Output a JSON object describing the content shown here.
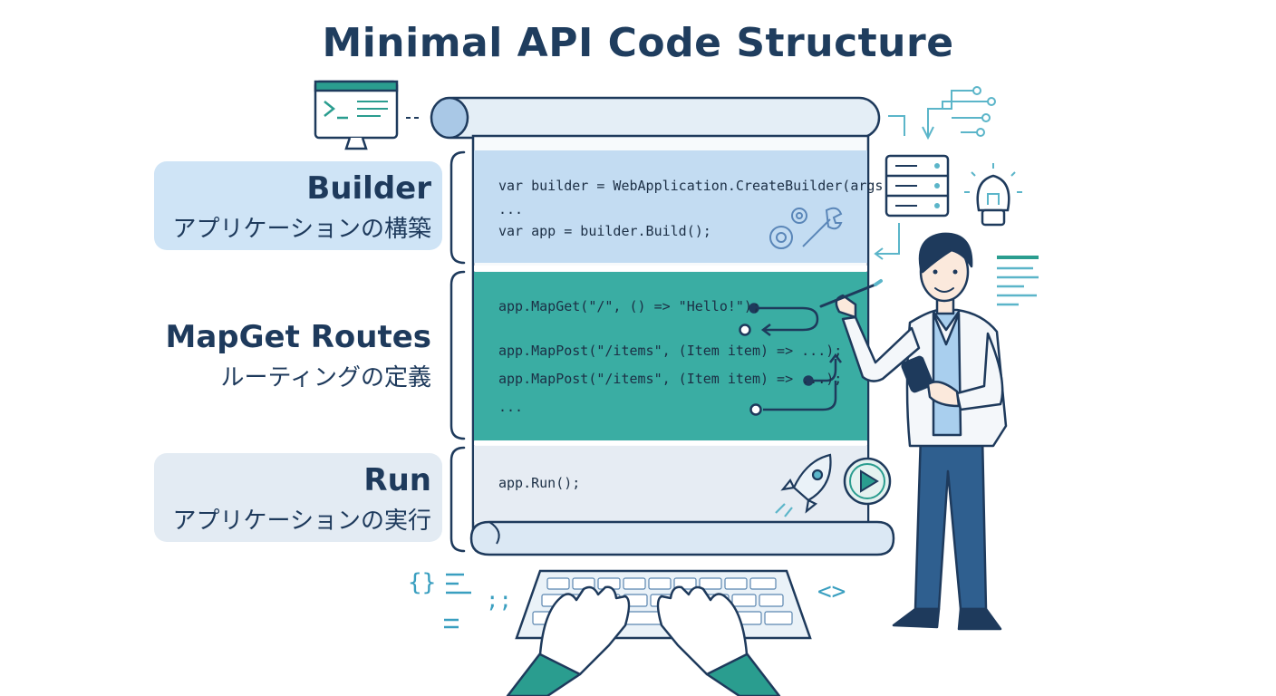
{
  "title": "Minimal API Code Structure",
  "sections": [
    {
      "en": "Builder",
      "jp": "アプリケーションの構築"
    },
    {
      "en": "MapGet Routes",
      "jp": "ルーティングの定義"
    },
    {
      "en": "Run",
      "jp": "アプリケーションの実行"
    }
  ],
  "code": {
    "builder": [
      "var builder = WebApplication.CreateBuilder(args);",
      "...",
      "var app = builder.Build();"
    ],
    "routes": [
      "app.MapGet(\"/\", () => \"Hello!\");",
      "app.MapPost(\"/items\", (Item item) => ...);",
      "app.MapPost(\"/items\", (Item item) => ...);",
      "..."
    ],
    "run": [
      "app.Run();"
    ]
  },
  "decor": {
    "braces_symbol": "{}",
    "semicolons": ";;",
    "angle_brackets": "<>"
  },
  "colors": {
    "builder_band": "#c3dcf2",
    "routes_band": "#3aada3",
    "run_band": "#e6ecf3",
    "builder_label": "#cfe4f6",
    "run_label": "#e3ebf3",
    "ink": "#1e3a5c",
    "accent": "#2a9d8f"
  }
}
